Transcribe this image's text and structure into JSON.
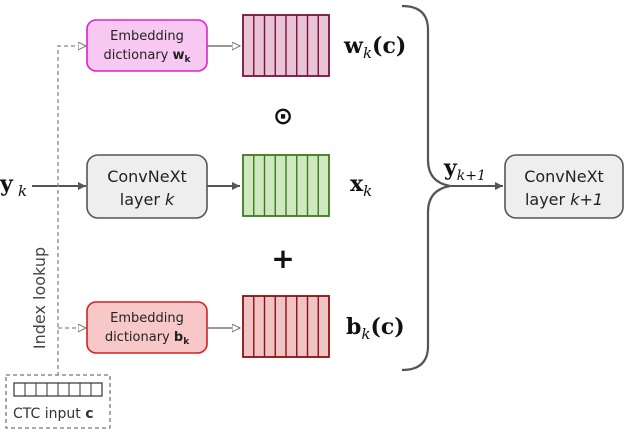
{
  "inputs": {
    "y_main": "y",
    "y_sub": "k",
    "index_lookup": "Index lookup",
    "ctc_label": "CTC input",
    "ctc_symbol": "c"
  },
  "blocks": {
    "emb_w_line1": "Embedding",
    "emb_w_line2": "dictionary",
    "emb_w_sym": "w",
    "emb_w_sub": "k",
    "conv_k_line1": "ConvNeXt",
    "conv_k_line2a": "layer ",
    "conv_k_line2b": "k",
    "emb_b_line1": "Embedding",
    "emb_b_line2": "dictionary",
    "emb_b_sym": "b",
    "emb_b_sub": "k",
    "conv_k1_line1": "ConvNeXt",
    "conv_k1_line2a": "layer ",
    "conv_k1_line2b": "k+1"
  },
  "labels": {
    "w_main": "w",
    "w_sub": "k",
    "w_arg": "(c)",
    "x_main": "x",
    "x_sub": "k",
    "b_main": "b",
    "b_sub": "k",
    "b_arg": "(c)",
    "yk1_main": "y",
    "yk1_sub": "k+1",
    "odot": "⊙",
    "plus": "+"
  },
  "colors": {
    "emb_w_fill": "#f7c8f2",
    "emb_w_stroke": "#e020d0",
    "emb_b_fill": "#f8c8c8",
    "emb_b_stroke": "#d42020",
    "conv_fill": "#eeeeee",
    "conv_stroke": "#555555",
    "w_vec_fill": "#e8c4d4",
    "w_vec_stroke": "#7a1040",
    "x_vec_fill": "#cfe8c0",
    "x_vec_stroke": "#3c7a1e",
    "b_vec_fill": "#f0c4c4",
    "b_vec_stroke": "#8c1010"
  }
}
